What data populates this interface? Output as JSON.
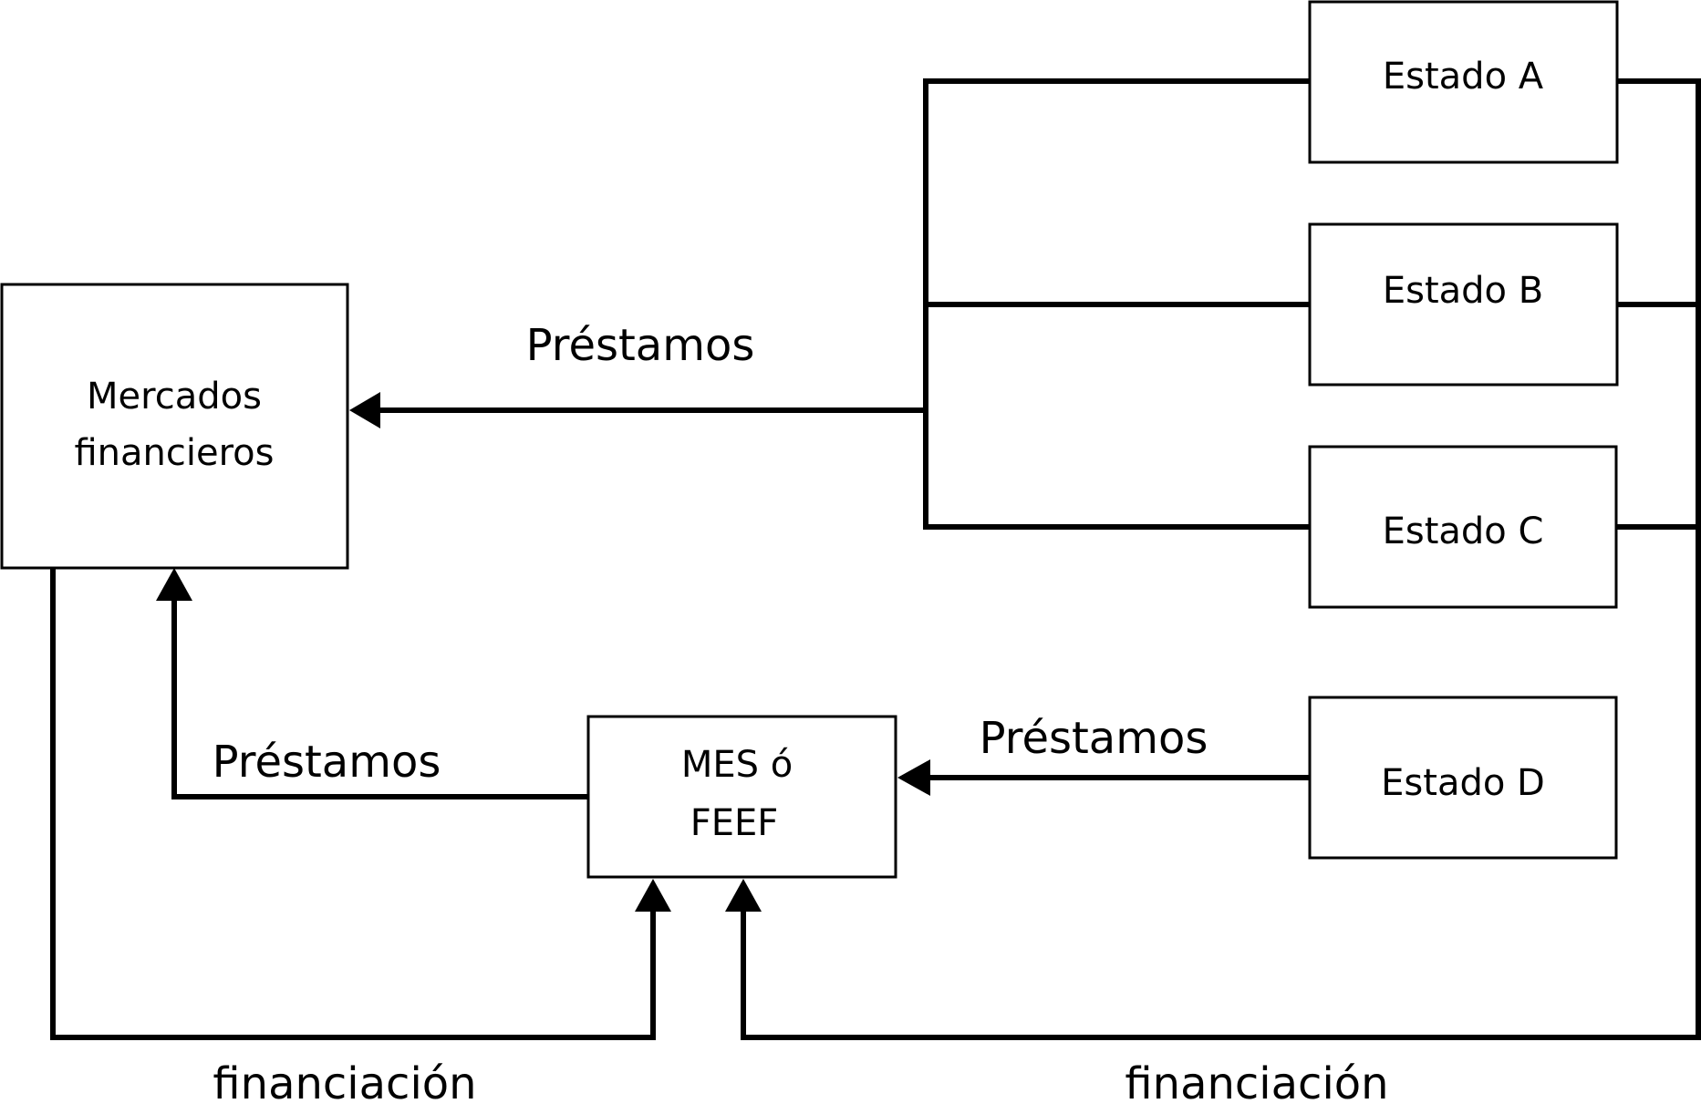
{
  "nodes": {
    "mercados": {
      "line1": "Mercados",
      "line2": "financieros"
    },
    "mes": {
      "line1": "MES ó",
      "line2": "FEEF"
    },
    "estado_a": {
      "label": "Estado A"
    },
    "estado_b": {
      "label": "Estado B"
    },
    "estado_c": {
      "label": "Estado C"
    },
    "estado_d": {
      "label": "Estado D"
    }
  },
  "edges": {
    "states_to_markets": "Préstamos",
    "mes_to_markets": "Préstamos",
    "d_to_mes": "Préstamos",
    "markets_funding": "financiación",
    "states_funding": "financiación"
  },
  "colors": {
    "line": "#000000",
    "box_fill": "#ffffff"
  }
}
